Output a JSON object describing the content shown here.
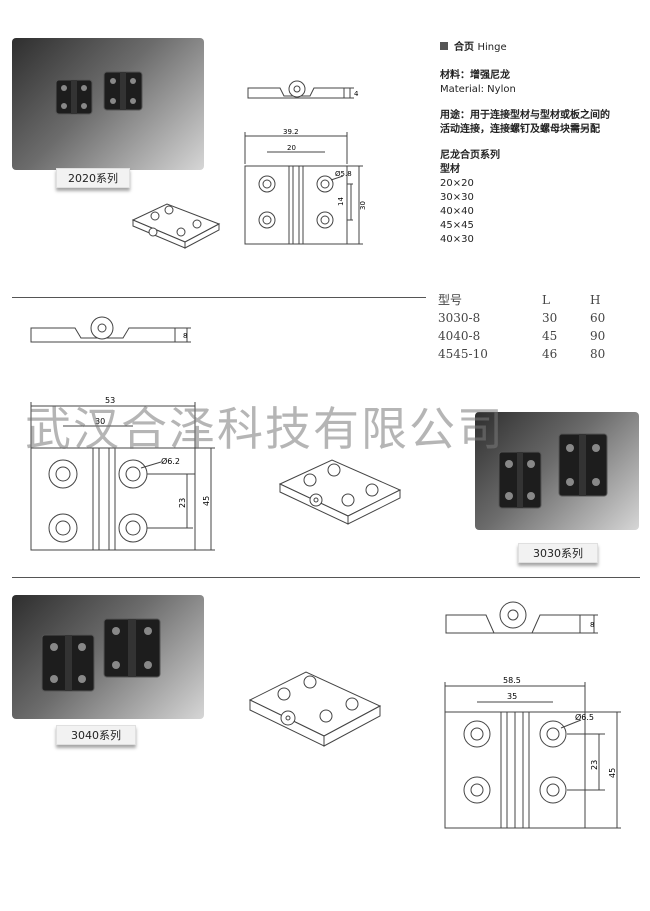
{
  "header": {
    "title_cn": "合页",
    "title_en": "Hinge",
    "material_label": "材料：",
    "material_cn": "增强尼龙",
    "material_en": "Material: Nylon",
    "usage_label": "用途：",
    "usage_line1": "用于连接型材与型材或板之间的",
    "usage_line2": "活动连接，连接螺钉及螺母块需另配",
    "series_title": "尼龙合页系列",
    "profile_label": "型材",
    "profiles": [
      "20×20",
      "30×30",
      "40×40",
      "45×45",
      "40×30"
    ]
  },
  "spec_table": {
    "headers": [
      "型号",
      "L",
      "H"
    ],
    "rows": [
      [
        "3030-8",
        "30",
        "60"
      ],
      [
        "4040-8",
        "45",
        "90"
      ],
      [
        "4545-10",
        "46",
        "80"
      ]
    ]
  },
  "watermark": "武汉合泽科技有限公司",
  "series_2020": {
    "caption": "2020系列",
    "dims": {
      "thickness": "4",
      "width": "39.2",
      "hole_pitch": "20",
      "hole_dia": "Ø5.8",
      "hole_vpitch": "14",
      "height": "30"
    }
  },
  "series_3030": {
    "caption": "3030系列",
    "dims": {
      "thickness": "8",
      "width": "53",
      "hole_pitch": "30",
      "hole_dia": "Ø6.2",
      "hole_vpitch": "23",
      "height": "45"
    }
  },
  "series_3040": {
    "caption": "3040系列",
    "dims": {
      "thickness": "8",
      "width": "58.5",
      "hole_pitch": "35",
      "hole_dia": "Ø6.5",
      "hole_vpitch": "23",
      "height": "45"
    }
  }
}
